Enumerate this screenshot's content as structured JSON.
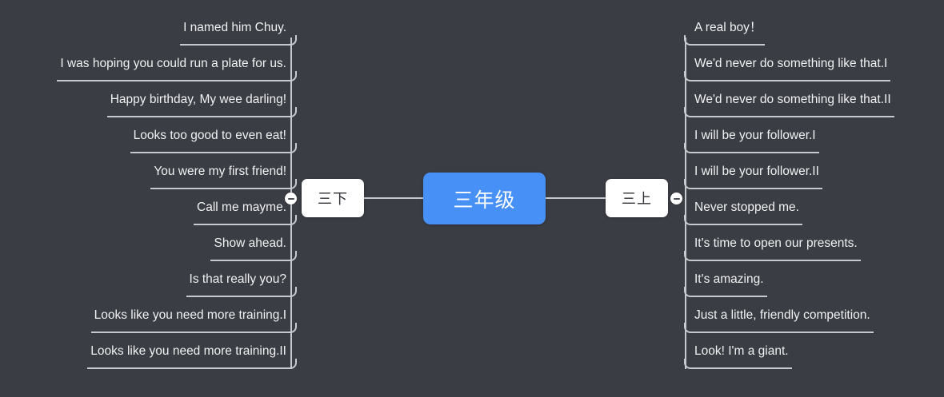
{
  "mindmap": {
    "background_color": "#3a3d43",
    "accent_color": "#4790f5",
    "line_color": "#c6cace",
    "text_color": "#f0f1f2",
    "root": {
      "label": "三年级"
    },
    "branches": [
      {
        "id": "left",
        "label": "三下",
        "side": "left",
        "toggle_icon": "minus-icon",
        "items": [
          {
            "label": "I named him Chuy."
          },
          {
            "label": "I was hoping you could run a plate for us."
          },
          {
            "label": "Happy birthday, My wee darling!"
          },
          {
            "label": "Looks too good to even eat!"
          },
          {
            "label": "You were my first friend!"
          },
          {
            "label": "Call me mayme."
          },
          {
            "label": "Show ahead."
          },
          {
            "label": "Is that really you?"
          },
          {
            "label": "Looks like you need more training.I"
          },
          {
            "label": "Looks like you need more training.II"
          }
        ]
      },
      {
        "id": "right",
        "label": "三上",
        "side": "right",
        "toggle_icon": "minus-icon",
        "items": [
          {
            "label": "A real boy！"
          },
          {
            "label": "We'd never do something like that.I"
          },
          {
            "label": "We'd never do something like that.II"
          },
          {
            "label": "I will be your follower.I"
          },
          {
            "label": "I will be your follower.II"
          },
          {
            "label": "Never stopped me."
          },
          {
            "label": "It's time to open our presents."
          },
          {
            "label": "It's amazing."
          },
          {
            "label": "Just a little, friendly competition."
          },
          {
            "label": "Look! I'm a giant."
          }
        ]
      }
    ]
  }
}
